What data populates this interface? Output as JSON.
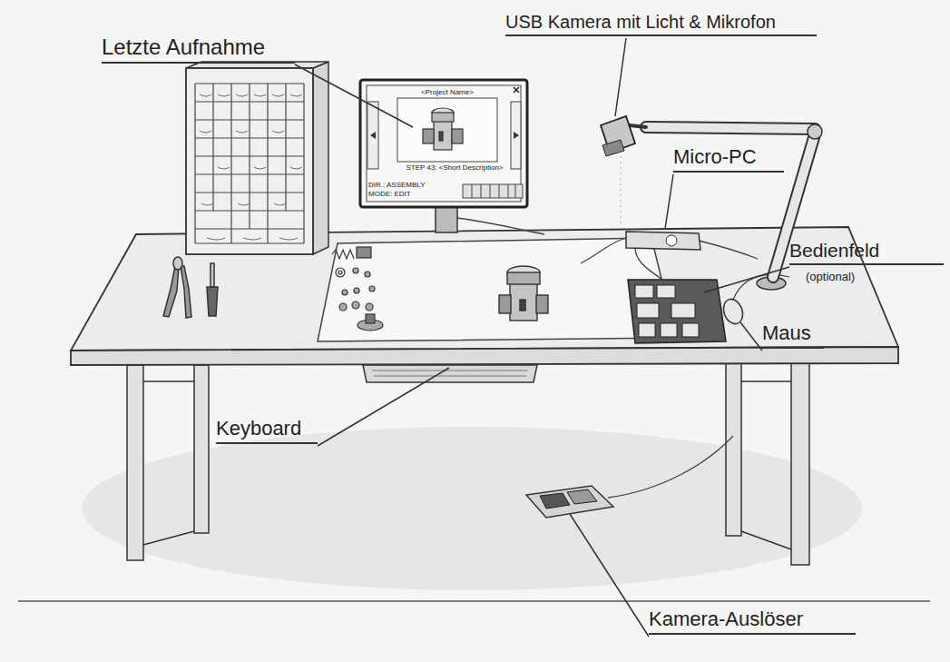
{
  "diagram": {
    "labels": [
      "Letzte Aufnahme",
      "<Project Name>",
      "STEP 43: <Short Description>",
      "DIR.: ASSEMBLY",
      "MODE: EDIT",
      "USB Kamera mit Licht & Mikrofon",
      "Micro-PC",
      "Bedienfeld",
      "(optional)",
      "Maus",
      "Keyboard",
      "Kamera-Auslöser"
    ]
  }
}
